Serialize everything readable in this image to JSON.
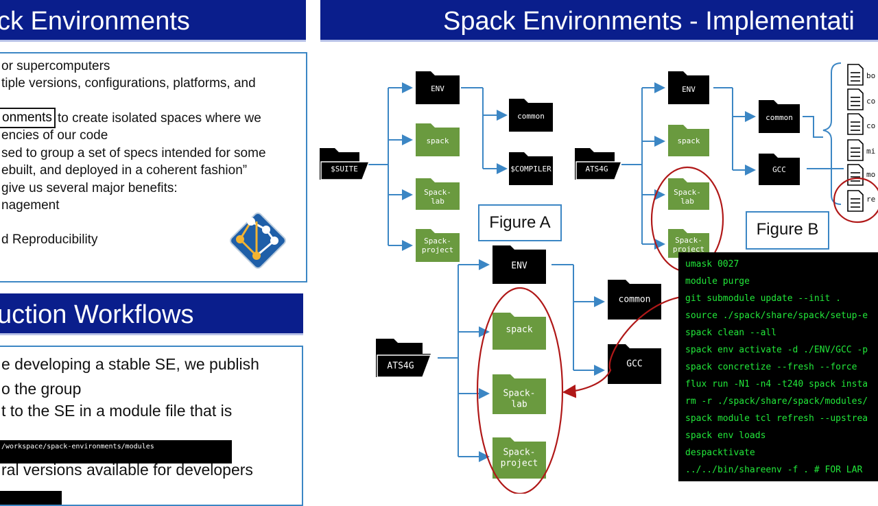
{
  "left_slide": {
    "banner_title": "ck Environments",
    "lines": [
      "or supercomputers",
      "tiple versions, configurations, platforms, and",
      "to create isolated spaces where we",
      "encies of our code",
      "sed to group a set of specs intended for some",
      "ebuilt, and deployed in a coherent fashion”",
      " give us several major benefits:",
      "nagement",
      "d Reproducibility"
    ],
    "boxed_word": "onments",
    "banner2_title": "uction Workflows",
    "lines2": [
      "e developing a stable SE, we publish",
      "o the group",
      "t to the SE in a module file that is",
      "ral versions available for developers"
    ],
    "path_bar": "/workspace/spack-environments/modules"
  },
  "right_slide": {
    "banner_title": "Spack Environments - Implementati",
    "figure_a_label": "Figure A",
    "figure_b_label": "Figure B",
    "fig_top": {
      "suite": "$SUITE",
      "env": "ENV",
      "spack": "spack",
      "spack_lab": [
        "Spack-",
        "lab"
      ],
      "spack_project": [
        "Spack-",
        "project"
      ],
      "common": "common",
      "compiler": "$COMPILER"
    },
    "fig_b": {
      "root": "ATS4G",
      "env": "ENV",
      "spack": "spack",
      "spack_lab": [
        "Spack-",
        "lab"
      ],
      "spack_project": [
        "Spack-",
        "project"
      ],
      "common": "common",
      "gcc": "GCC",
      "files": [
        "bo",
        "co",
        "co",
        "mi",
        "mo",
        "re"
      ]
    },
    "fig_a": {
      "root": "ATS4G",
      "env": "ENV",
      "spack": "spack",
      "spack_lab": [
        "Spack-",
        "lab"
      ],
      "spack_project": [
        "Spack-",
        "project"
      ],
      "common": "common",
      "gcc": "GCC"
    },
    "terminal_lines": [
      "umask 0027",
      "module purge",
      "git submodule update --init .",
      "source ./spack/share/spack/setup-e",
      "spack clean --all",
      "spack env activate -d ./ENV/GCC -p",
      "spack concretize --fresh --force",
      "flux run -N1 -n4 -t240 spack insta",
      "rm -r ./spack/share/spack/modules/",
      "spack module tcl refresh --upstrea",
      "spack env loads",
      "despacktivate",
      "../../bin/shareenv -f .  # FOR LAR"
    ]
  },
  "colors": {
    "banner": "#0a1e8c",
    "panel_border": "#3b86c4",
    "arrow": "#3b86c4",
    "folder_black": "#000000",
    "folder_green": "#6a9a3f",
    "highlight_red": "#b01818",
    "terminal_text": "#22e83a"
  }
}
